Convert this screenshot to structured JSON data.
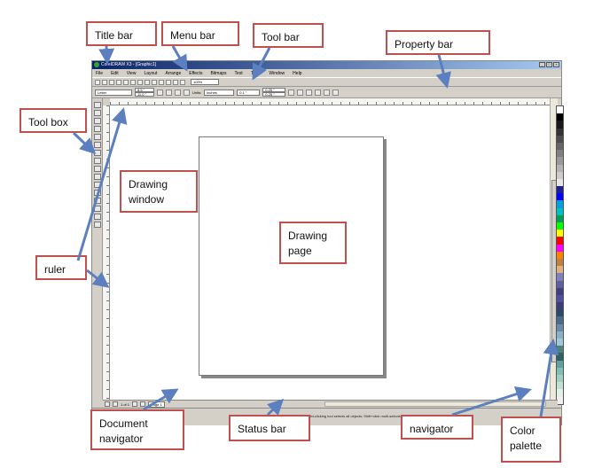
{
  "app": {
    "title": "CorelDRAW X3 - [Graphic1]",
    "menu": [
      "File",
      "Edit",
      "View",
      "Layout",
      "Arrange",
      "Effects",
      "Bitmaps",
      "Text",
      "Tools",
      "Window",
      "Help"
    ],
    "zoom": "100%",
    "property_bar": {
      "paper_type": "Letter",
      "width": "8.5 \"",
      "height": "11.0 \"",
      "units_label": "Units:",
      "units_value": "inches",
      "nudge": "0.1 \"",
      "duplicate_distance_x": "0.25 \"",
      "duplicate_distance_y": "0.25 \""
    },
    "document_navigator": {
      "page_count": "1 of 1",
      "page_tab": "Page 1"
    },
    "status_text": "Second click for Rotate/Skew; dbl-clicking tool selects all objects; Shift+click multi-selects; Alt+click digs"
  },
  "callouts": {
    "title_bar": "Title bar",
    "menu_bar": "Menu bar",
    "tool_bar": "Tool bar",
    "property_bar": "Property bar",
    "tool_box": "Tool box",
    "drawing_window": "Drawing window",
    "drawing_page": "Drawing page",
    "ruler": "ruler",
    "document_navigator": "Document navigator",
    "status_bar": "Status bar",
    "navigator": "navigator",
    "color_palette": "Color palette"
  },
  "colors": {
    "callout_border": "#c0504d",
    "arrow": "#5b7fbf",
    "palette": [
      "#ffffff",
      "#000000",
      "#1a1a1a",
      "#333333",
      "#4d4d4d",
      "#666666",
      "#808080",
      "#999999",
      "#b3b3b3",
      "#cccccc",
      "#e6e6e6",
      "#1e1e96",
      "#0000ff",
      "#00a0e0",
      "#00c0c0",
      "#00a050",
      "#00ff00",
      "#ffff00",
      "#ff0000",
      "#ff00ff",
      "#ff8000",
      "#c08040",
      "#e0b080",
      "#8080c0",
      "#6060a0",
      "#404080",
      "#5050a0",
      "#3c3c78",
      "#2a4a6a",
      "#4a6a8a",
      "#6a8aaa",
      "#8ab0c8",
      "#a0c8d8",
      "#508080",
      "#306060",
      "#60a0a0",
      "#80c0b0",
      "#a0d0c0",
      "#c0e0d0",
      "#e0f0e8",
      "#f0f0f0"
    ]
  }
}
